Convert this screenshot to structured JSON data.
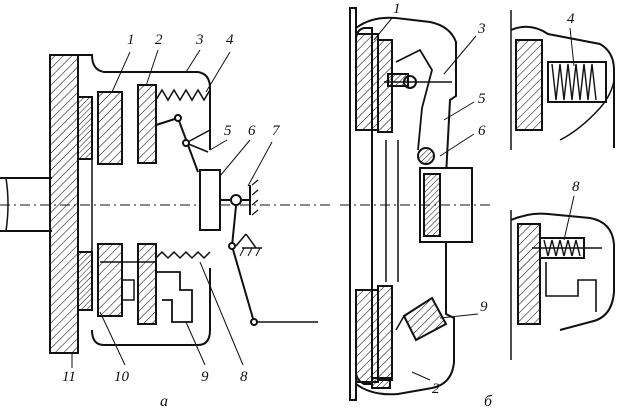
{
  "figure": {
    "panel_a": {
      "caption": "а",
      "callouts": [
        "1",
        "2",
        "3",
        "4",
        "5",
        "6",
        "7",
        "8",
        "9",
        "10",
        "11"
      ]
    },
    "panel_b": {
      "caption": "б",
      "callouts": [
        "1",
        "3",
        "5",
        "6",
        "9",
        "2"
      ],
      "detail_callouts": [
        "4",
        "8"
      ]
    }
  }
}
